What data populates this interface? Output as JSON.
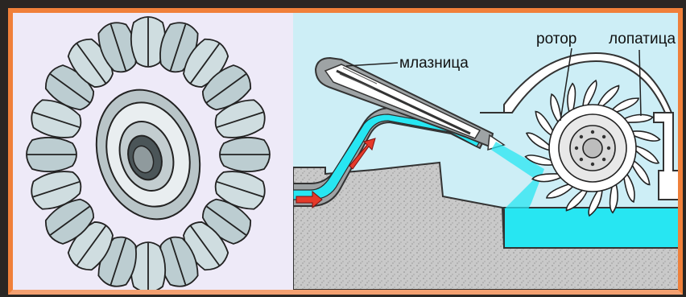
{
  "labels": {
    "nozzle": "млазница",
    "rotor": "ротор",
    "blade": "лопатица"
  },
  "colors": {
    "frame": "#f0803a",
    "water": "#27e6f2",
    "metal": "#c9d8db",
    "ground": "#c7c7c7",
    "arrow": "#e53a2a"
  },
  "icons": {
    "wheel": "pelton-wheel-illustration",
    "flow": "flow-direction-arrow"
  }
}
